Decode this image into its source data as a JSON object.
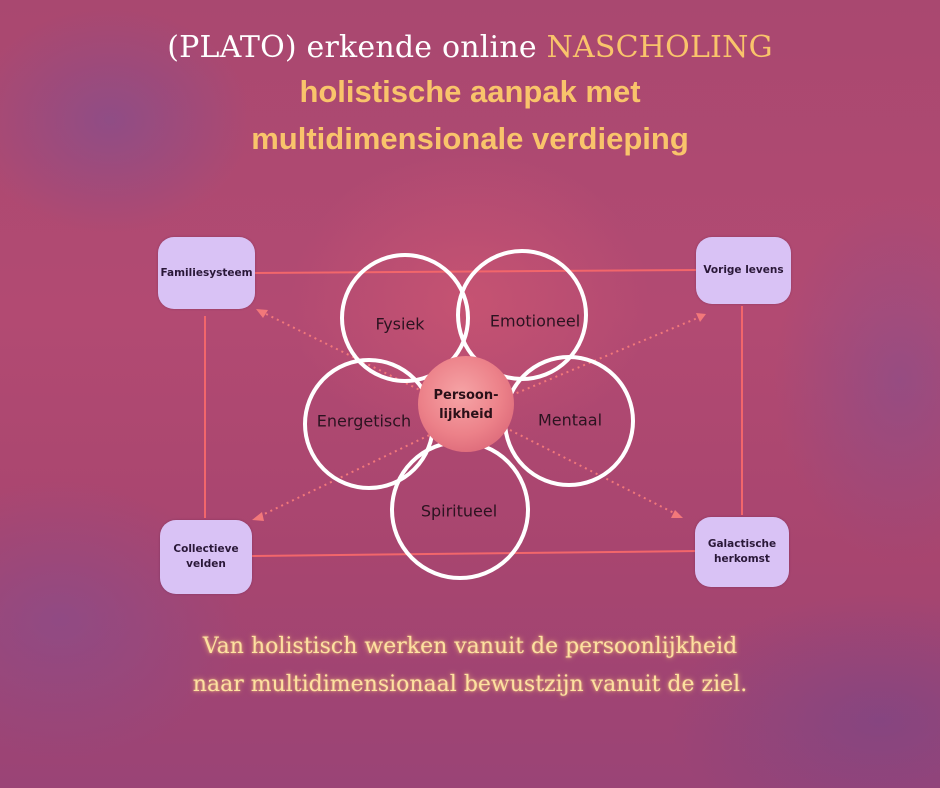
{
  "header": {
    "line1_prefix": "(PLATO) erkende online ",
    "line1_accent": "NASCHOLING",
    "line2": "holistische aanpak met",
    "line3": "multidimensionale verdieping"
  },
  "corner_boxes": {
    "top_left": "Familiesysteem",
    "top_right": "Vorige levens",
    "bottom_left": "Collectieve velden",
    "bottom_right": "Galactische herkomst"
  },
  "circles": {
    "fysiek": "Fysiek",
    "emotioneel": "Emotioneel",
    "energetisch": "Energetisch",
    "mentaal": "Mentaal",
    "spiritueel": "Spiritueel"
  },
  "center": {
    "line1": "Persoon-",
    "line2": "lijkheid"
  },
  "footer": {
    "line1": "Van holistisch werken vanuit de persoonlijkheid",
    "line2": "naar multidimensionaal bewustzijn vanuit de ziel."
  },
  "colors": {
    "accent_yellow": "#f9c46b",
    "box_lavender": "#d9c2f5",
    "line_coral": "#f2666b",
    "center_pink": "#ee8a90",
    "circle_white": "#ffffff"
  }
}
